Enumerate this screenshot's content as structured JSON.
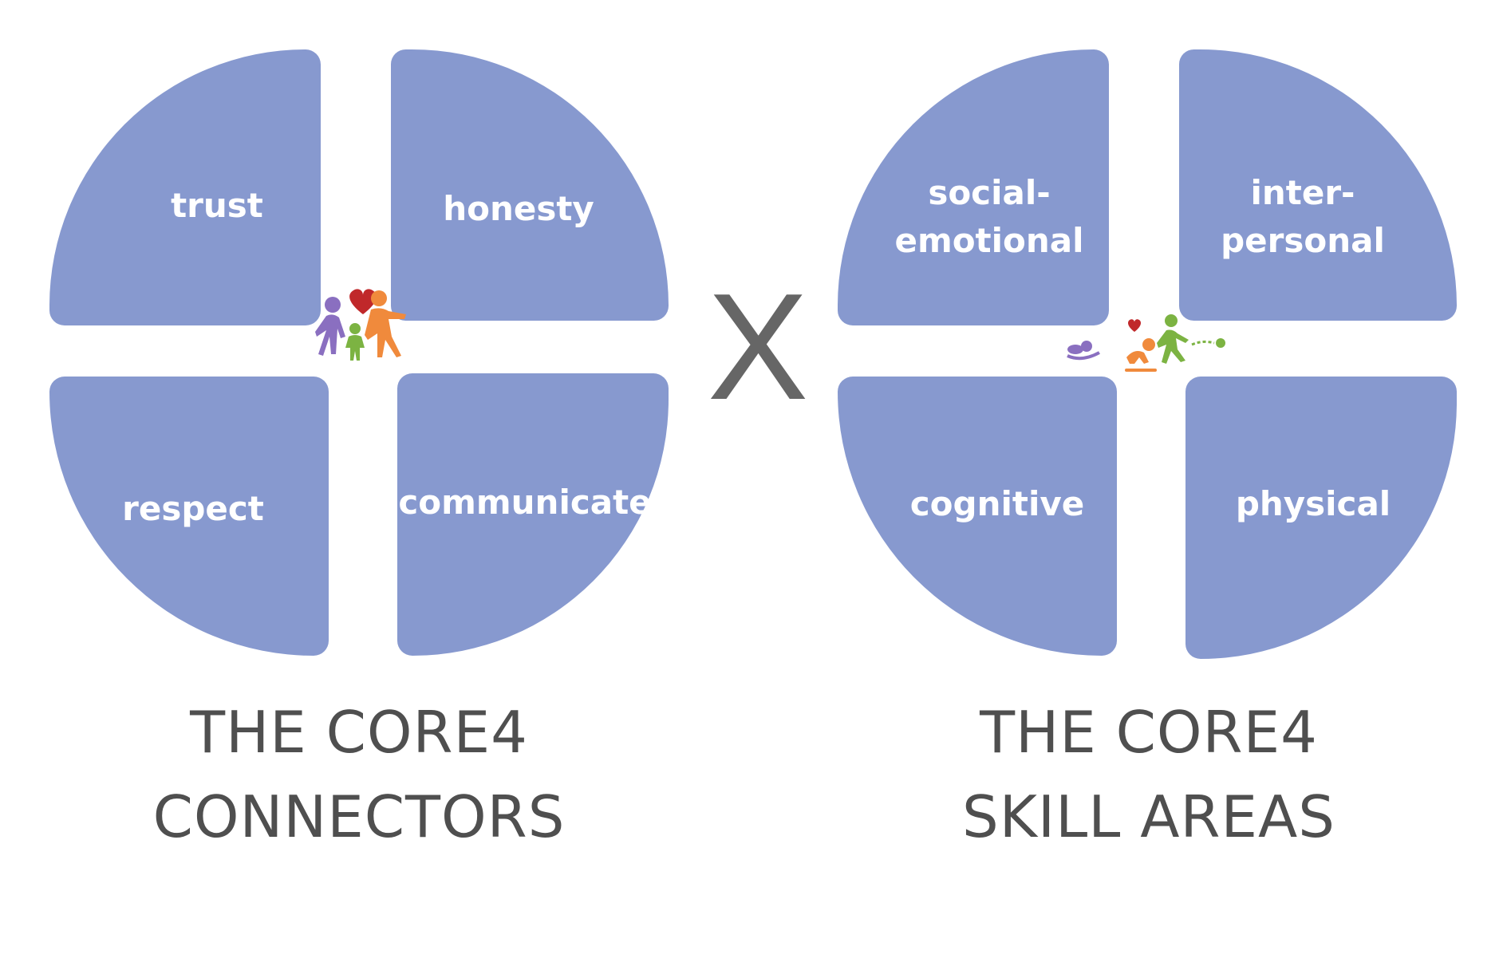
{
  "diagram": {
    "quadrant_color": "#8799cf",
    "label_color": "#ffffff",
    "caption_color": "#4f4f4f",
    "operator": "X",
    "connectors": {
      "quadrants": {
        "top_left": [
          "trust"
        ],
        "top_right": [
          "honesty"
        ],
        "bottom_left": [
          "respect"
        ],
        "bottom_right": [
          "communicate"
        ]
      },
      "center_icon": "family-holding-hands-with-heart-icon",
      "caption": [
        "THE CORE4",
        "CONNECTORS"
      ]
    },
    "skill_areas": {
      "quadrants": {
        "top_left": [
          "social-",
          "emotional"
        ],
        "top_right": [
          "inter-",
          "personal"
        ],
        "bottom_left": [
          "cognitive"
        ],
        "bottom_right": [
          "physical"
        ]
      },
      "center_icon": "child-development-stages-icon",
      "caption": [
        "THE CORE4",
        "SKILL AREAS"
      ]
    }
  }
}
